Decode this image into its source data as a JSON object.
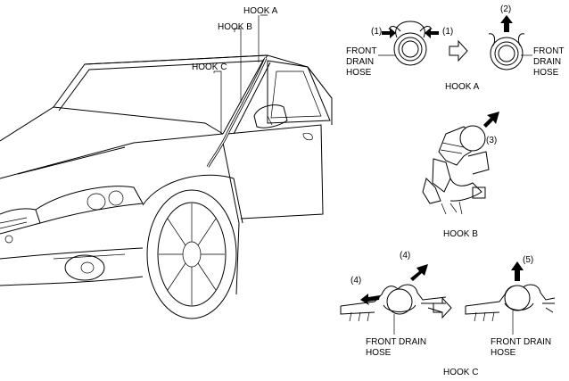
{
  "labels": {
    "hook_a": "HOOK A",
    "hook_b": "HOOK B",
    "hook_c": "HOOK C",
    "front": "FRONT",
    "drain": "DRAIN",
    "hose": "HOSE",
    "front_drain": "FRONT DRAIN",
    "step_1": "(1)",
    "step_2": "(2)",
    "step_3": "(3)",
    "step_4": "(4)",
    "step_5": "(5)"
  },
  "colors": {
    "line": "#000000",
    "background": "#ffffff"
  }
}
